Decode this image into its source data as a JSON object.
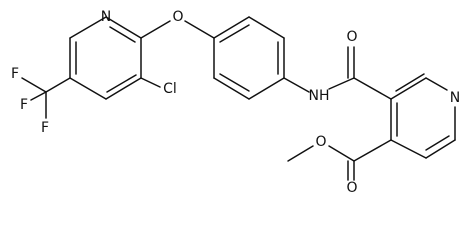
{
  "molecule": {
    "atom_labels": {
      "n_pyridine_1": "N",
      "o_ether": "O",
      "cl": "Cl",
      "f_1": "F",
      "f_2": "F",
      "f_3": "F",
      "nh_amide": "NH",
      "o_amide": "O",
      "n_pyridine_2": "N",
      "o_ester_single": "O",
      "o_ester_carbonyl": "O"
    }
  }
}
